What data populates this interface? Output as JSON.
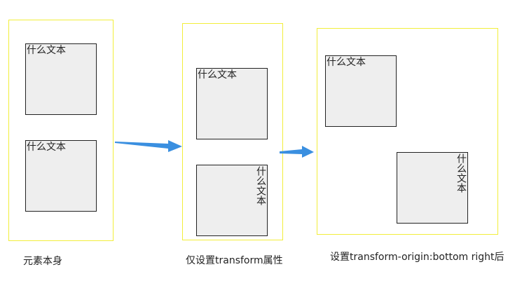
{
  "diagram": {
    "box_text": "什么文本",
    "captions": {
      "original": "元素本身",
      "transform_only": "仅设置transform属性",
      "transform_origin": "设置transform-origin:bottom right后"
    },
    "colors": {
      "panel_border": "#f2ee3a",
      "box_fill": "#eeeeee",
      "box_border": "#222222",
      "arrow": "#3a8fe0"
    }
  }
}
